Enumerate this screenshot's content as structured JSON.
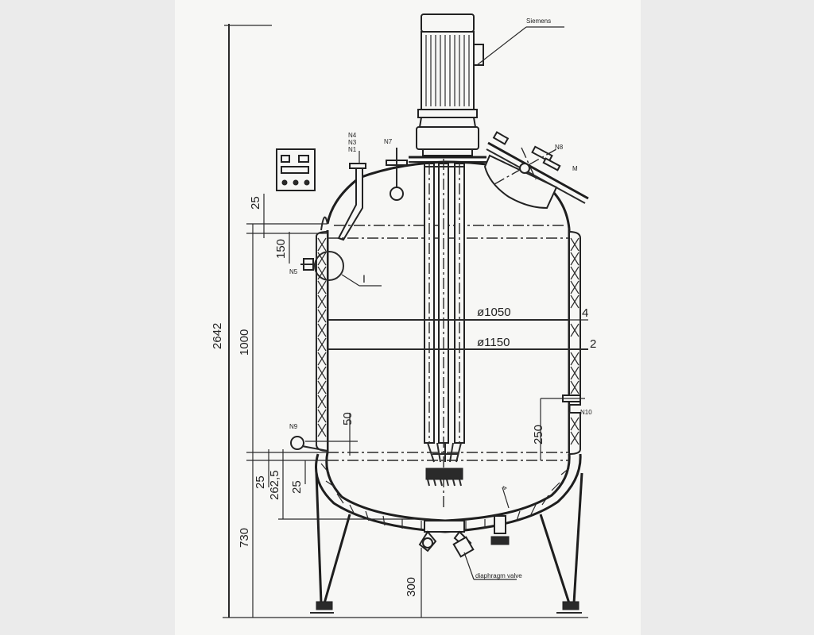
{
  "labels": {
    "motor_brand": "Siemens",
    "nozzles": {
      "n4": "N4",
      "n3": "N3",
      "n1": "N1",
      "n7": "N7",
      "n8": "N8",
      "n5": "N5",
      "n9": "N9",
      "n10": "N10"
    },
    "detail": "I",
    "valve": "diaphragm valve"
  },
  "dimensions": {
    "total_height": "2642",
    "cylinder_height": "1000",
    "base_height": "730",
    "top_offset": "25",
    "nozzle_offset": "150",
    "bottom_offset_outer": "25",
    "bottom_depth": "262,5",
    "bottom_offset_inner": "25",
    "n9_offset": "50",
    "n10_offset": "250",
    "outlet_height": "300",
    "inner_diameter": "ø1050",
    "outer_diameter": "ø1150",
    "wall_4": "4",
    "wall_2": "2",
    "bottom_wall": "4"
  }
}
